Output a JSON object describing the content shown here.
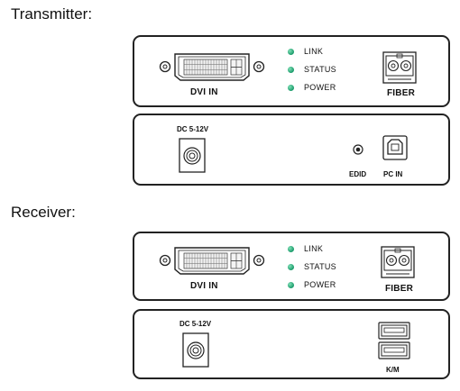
{
  "transmitter": {
    "title": "Transmitter:",
    "front": {
      "port_label": "DVI IN",
      "leds": [
        "LINK",
        "STATUS",
        "POWER"
      ],
      "fiber_label": "FIBER"
    },
    "back": {
      "power_label": "DC 5-12V",
      "edid_label": "EDID",
      "usb_label": "PC IN"
    }
  },
  "receiver": {
    "title": "Receiver:",
    "front": {
      "port_label": "DVI IN",
      "leds": [
        "LINK",
        "STATUS",
        "POWER"
      ],
      "fiber_label": "FIBER"
    },
    "back": {
      "power_label": "DC 5-12V",
      "usb_label": "K/M"
    }
  },
  "colors": {
    "led": "#1a9a6a",
    "outline": "#222222"
  }
}
